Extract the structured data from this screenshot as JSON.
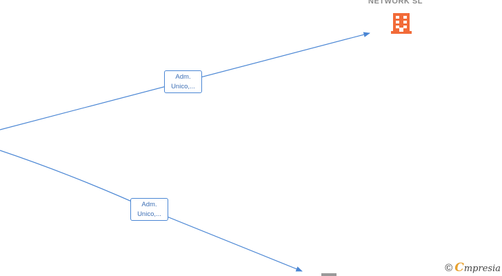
{
  "nodes": {
    "company_top": {
      "label": "NETWORK  SL",
      "icon": "building-icon",
      "color": "#f26b38"
    }
  },
  "edges": [
    {
      "label_line1": "Adm.",
      "label_line2": "Unico,..."
    },
    {
      "label_line1": "Adm.",
      "label_line2": "Unico,..."
    }
  ],
  "colors": {
    "edge": "#4a86d4",
    "label_text": "#3d6fb5"
  },
  "watermark": {
    "copyright": "©",
    "brand_initial": "C",
    "brand_rest": "mpresia"
  }
}
